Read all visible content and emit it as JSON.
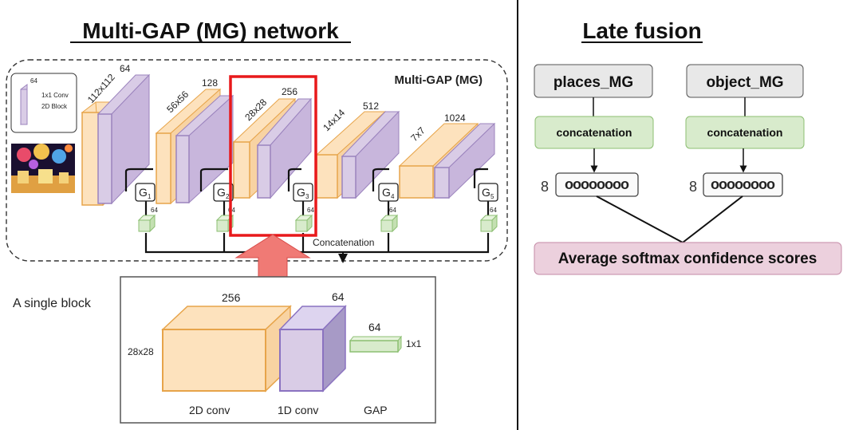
{
  "left_panel": {
    "title": "Multi-GAP (MG) network",
    "network_label": "Multi-GAP (MG)",
    "legend": {
      "channels": "64",
      "line1": "1x1 Conv",
      "line2": "2D Block"
    },
    "stages": [
      {
        "size": "112x112",
        "channels": "64",
        "gate": "G",
        "gate_sub": "1",
        "gap": "64"
      },
      {
        "size": "56x56",
        "channels": "128",
        "gate": "G",
        "gate_sub": "2",
        "gap": "64"
      },
      {
        "size": "28x28",
        "channels": "256",
        "gate": "G",
        "gate_sub": "3",
        "gap": "64"
      },
      {
        "size": "14x14",
        "channels": "512",
        "gate": "G",
        "gate_sub": "4",
        "gap": "64"
      },
      {
        "size": "7x7",
        "channels": "1024",
        "gate": "G",
        "gate_sub": "5",
        "gap": "64"
      }
    ],
    "concat_label": "Concatenation"
  },
  "single_block": {
    "caption": "A single block",
    "conv2d_channels": "256",
    "conv2d_size": "28x28",
    "conv1d_channels": "64",
    "gap_channels": "64",
    "gap_size": "1x1",
    "label_2d": "2D conv",
    "label_1d": "1D conv",
    "label_gap": "GAP"
  },
  "right_panel": {
    "title": "Late fusion",
    "branches": [
      {
        "model": "places_MG",
        "op": "concatenation",
        "vector_dim": "8",
        "vector": "oooooooo"
      },
      {
        "model": "object_MG",
        "op": "concatenation",
        "vector_dim": "8",
        "vector": "oooooooo"
      }
    ],
    "output": "Average softmax confidence scores"
  },
  "colors": {
    "orange_fill": "#fde2bd",
    "orange_stroke": "#e7a44a",
    "purple_fill": "#d9cce6",
    "purple_stroke": "#9b83bd",
    "green_fill": "#d8ebcc",
    "green_stroke": "#8cbf72",
    "highlight": "#e8191b",
    "output_fill": "#ecd0dd"
  }
}
